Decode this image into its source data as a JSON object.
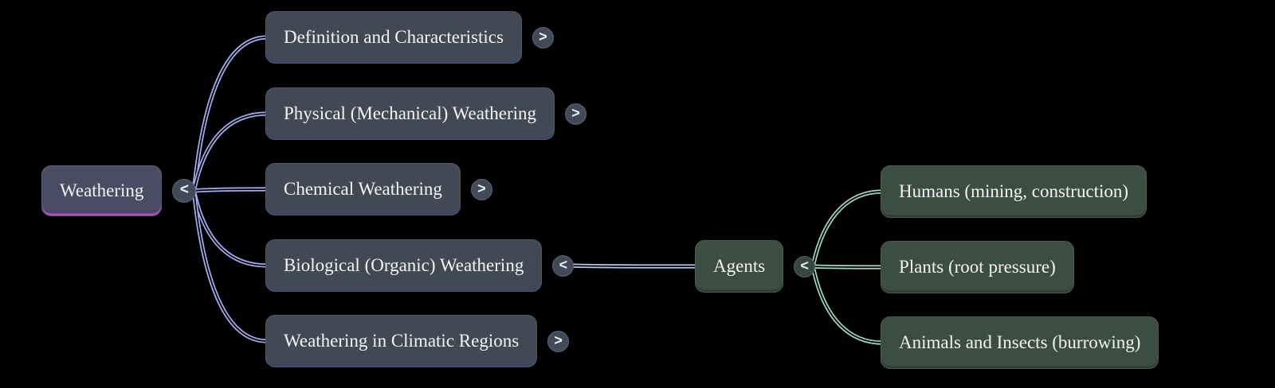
{
  "app": {
    "type": "mindmap",
    "topic": "Weathering"
  },
  "colors": {
    "background": "#000000",
    "nodeText": "#f2f3f5",
    "slateFill": "#424955",
    "slateBorder": "#505766",
    "slateUnderline": "#39446a",
    "rootFill": "#4b4c63",
    "rootBorder": "#5a5d78",
    "rootUnderline": "#c243cc",
    "greenFill": "#3c4d42",
    "greenBorder": "#4a5d50",
    "greenUnderline": "#2e3d33",
    "toggleSlateFill": "#414a58",
    "toggleSlateBorder": "#5d6577",
    "toggleGreenFill": "#37473f",
    "toggleGreenBorder": "#4f6457",
    "linkPurple": "#a6aef1",
    "linkBlue": "#b7c6e6",
    "linkTeal": "#9cd8c9"
  },
  "mindmap": {
    "nodes": [
      {
        "id": "root",
        "label": "Weathering",
        "level": 0,
        "toggle": "<"
      },
      {
        "id": "definition",
        "label": "Definition and Characteristics",
        "level": 1,
        "toggle": ">"
      },
      {
        "id": "physical",
        "label": "Physical (Mechanical) Weathering",
        "level": 1,
        "toggle": ">"
      },
      {
        "id": "chemical",
        "label": "Chemical Weathering",
        "level": 1,
        "toggle": ">"
      },
      {
        "id": "biological",
        "label": "Biological (Organic) Weathering",
        "level": 1,
        "toggle": "<"
      },
      {
        "id": "climatic",
        "label": "Weathering in Climatic Regions",
        "level": 1,
        "toggle": ">"
      },
      {
        "id": "agents",
        "label": "Agents",
        "level": 2,
        "toggle": "<"
      },
      {
        "id": "humans",
        "label": "Humans (mining, construction)",
        "level": 3,
        "toggle": null
      },
      {
        "id": "plants",
        "label": "Plants (root pressure)",
        "level": 3,
        "toggle": null
      },
      {
        "id": "animals",
        "label": "Animals and Insects (burrowing)",
        "level": 3,
        "toggle": null
      }
    ],
    "links": [
      {
        "source": "toggle-root",
        "target": "node-definition",
        "colorKey": "linkPurple"
      },
      {
        "source": "toggle-root",
        "target": "node-physical",
        "colorKey": "linkPurple"
      },
      {
        "source": "toggle-root",
        "target": "node-chemical",
        "colorKey": "linkPurple"
      },
      {
        "source": "toggle-root",
        "target": "node-biological",
        "colorKey": "linkPurple"
      },
      {
        "source": "toggle-root",
        "target": "node-climatic",
        "colorKey": "linkPurple"
      },
      {
        "source": "toggle-biological",
        "target": "node-agents",
        "colorKey": "linkBlue"
      },
      {
        "source": "toggle-agents",
        "target": "node-humans",
        "colorKey": "linkTeal"
      },
      {
        "source": "toggle-agents",
        "target": "node-plants",
        "colorKey": "linkTeal"
      },
      {
        "source": "toggle-agents",
        "target": "node-animals",
        "colorKey": "linkTeal"
      }
    ]
  }
}
